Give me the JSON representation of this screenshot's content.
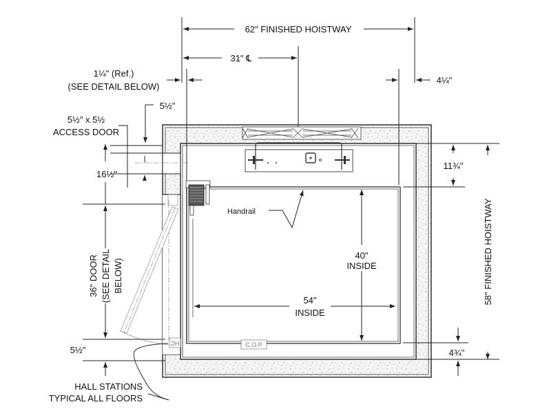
{
  "title": "Elevator hoistway plan",
  "dimensions": {
    "hoistway_width": "62\" FINISHED HOISTWAY",
    "centerline": "31\" ℄",
    "reference_left": "1¼\" (Ref.)",
    "reference_left_note": "(SEE DETAIL BELOW)",
    "right_offset": "4¼\"",
    "access_offset": "5½\"",
    "access_door_size": "5½\" x 5½",
    "access_door_label": "ACCESS DOOR",
    "access_height": "16½\"",
    "top_clearance": "11¾\"",
    "hoistway_depth": "58\" FINISHED HOISTWAY",
    "bottom_clearance": "4¾\"",
    "door_width": "36\" DOOR",
    "door_note_1": "(SEE DETAIL",
    "door_note_2": "BELOW)",
    "bottom_left_offset": "5½\"",
    "inside_depth_value": "40\"",
    "inside_depth_label": "INSIDE",
    "inside_width_value": "54\"",
    "inside_width_label": "INSIDE"
  },
  "labels": {
    "handrail": "Handrail",
    "cop": "C.O.P",
    "hall_station_tag": "HC",
    "hall_stations_1": "HALL STATIONS",
    "hall_stations_2": "TYPICAL ALL FLOORS"
  }
}
